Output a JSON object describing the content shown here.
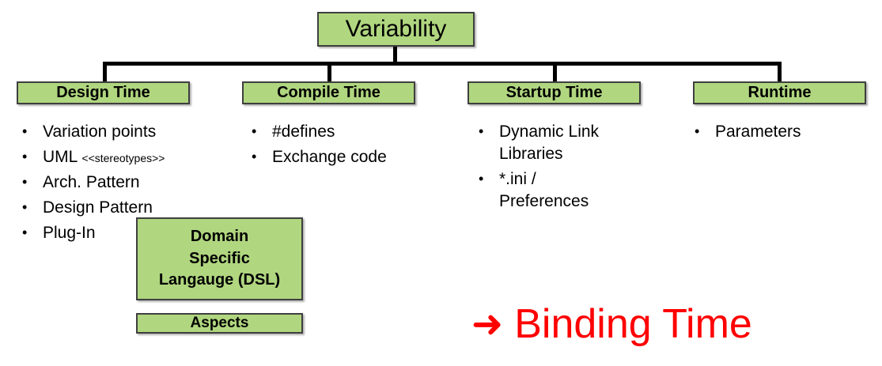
{
  "diagram": {
    "root": {
      "label": "Variability"
    },
    "categories": [
      {
        "label": "Design Time",
        "items": [
          {
            "text": "Variation points",
            "suffix": ""
          },
          {
            "text": "UML ",
            "suffix": "<<stereotypes>>"
          },
          {
            "text": "Arch. Pattern",
            "suffix": ""
          },
          {
            "text": "Design Pattern",
            "suffix": ""
          },
          {
            "text": "Plug-In",
            "suffix": ""
          }
        ]
      },
      {
        "label": "Compile Time",
        "items": [
          {
            "text": "#defines",
            "suffix": ""
          },
          {
            "text": "Exchange code",
            "suffix": ""
          }
        ]
      },
      {
        "label": "Startup Time",
        "items": [
          {
            "text": "Dynamic Link Libraries",
            "suffix": ""
          },
          {
            "text": "*.ini / Preferences",
            "suffix": ""
          }
        ]
      },
      {
        "label": "Runtime",
        "items": [
          {
            "text": "Parameters",
            "suffix": ""
          }
        ]
      }
    ],
    "extra_boxes": [
      {
        "name": "dsl",
        "lines": [
          "Domain",
          "Specific",
          "Langauge (DSL)"
        ]
      },
      {
        "name": "aspects",
        "label": "Aspects"
      }
    ],
    "callout": {
      "arrow_glyph": "➜",
      "label": "Binding Time"
    },
    "bullet_glyph": "•",
    "colors": {
      "box_fill": "#b0d67f",
      "box_border": "#3f3f3f",
      "text": "#000000",
      "callout": "#fe0000",
      "connector": "#000000"
    }
  }
}
